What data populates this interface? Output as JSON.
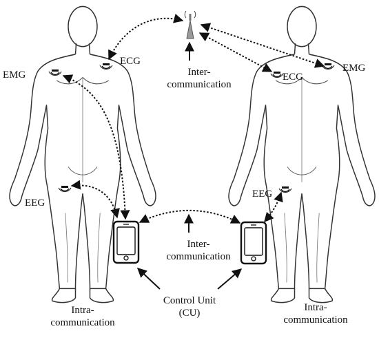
{
  "labels": {
    "ecg_left": "ECG",
    "ecg_right": "ECG",
    "emg_left": "EMG",
    "emg_right": "EMG",
    "eeg_left": "EEG",
    "eeg_right": "EEG",
    "inter_top_line1": "Inter-",
    "inter_top_line2": "communication",
    "inter_mid_line1": "Inter-",
    "inter_mid_line2": "communication",
    "control_unit_line1": "Control Unit",
    "control_unit_line2": "(CU)",
    "intra_left_line1": "Intra-",
    "intra_left_line2": "communication",
    "intra_right_line1": "Intra-",
    "intra_right_line2": "communication"
  },
  "icons": {
    "tower": "antenna-tower-icon",
    "phone": "smartphone-icon",
    "sensor": "wireless-sensor-icon"
  },
  "colors": {
    "ink": "#111111",
    "tower_fill": "#9a9a9a"
  }
}
